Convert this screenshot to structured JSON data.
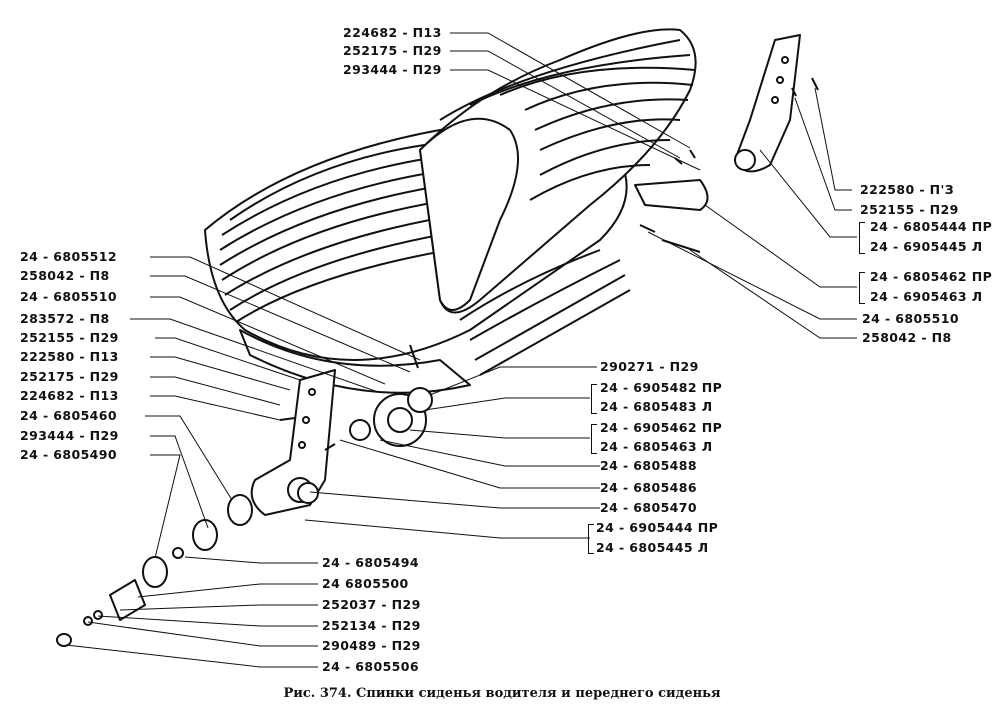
{
  "caption": "Рис. 374. Спинки сиденья водителя и переднего сиденья",
  "labels": {
    "top_left": [
      "224682 - П13",
      "252175 - П29",
      "293444 - П29"
    ],
    "right": {
      "r1": "222580 - П'З",
      "r2": "252155 - П29",
      "r3a": "24 - 6805444 ПР",
      "r3b": "24 - 6905445 Л",
      "r4a": "24 - 6805462 ПР",
      "r4b": "24 - 6905463 Л",
      "r5": "24 - 6805510",
      "r6": "258042 - П8"
    },
    "left": [
      "24 - 6805512",
      "258042 - П8",
      "24 - 6805510",
      "283572 - П8",
      "252155 - П29",
      "222580 - П13",
      "252175 - П29",
      "224682 - П13",
      "24 - 6805460",
      "293444 - П29",
      "24 - 6805490"
    ],
    "middle": {
      "m1": "290271 - П29",
      "m2a": "24 - 6905482 ПР",
      "m2b": "24 - 6805483 Л",
      "m3a": "24 - 6905462 ПР",
      "m3b": "24 - 6805463 Л",
      "m4": "24 - 6805488",
      "m5": "24 - 6805486",
      "m6": "24 - 6805470",
      "m7a": "24 - 6905444 ПР",
      "m7b": "24 - 6805445 Л"
    },
    "bottom": [
      "24 - 6805494",
      "24 6805500",
      "252037 - П29",
      "252134 - П29",
      "290489 - П29",
      "24 - 6805506"
    ]
  }
}
